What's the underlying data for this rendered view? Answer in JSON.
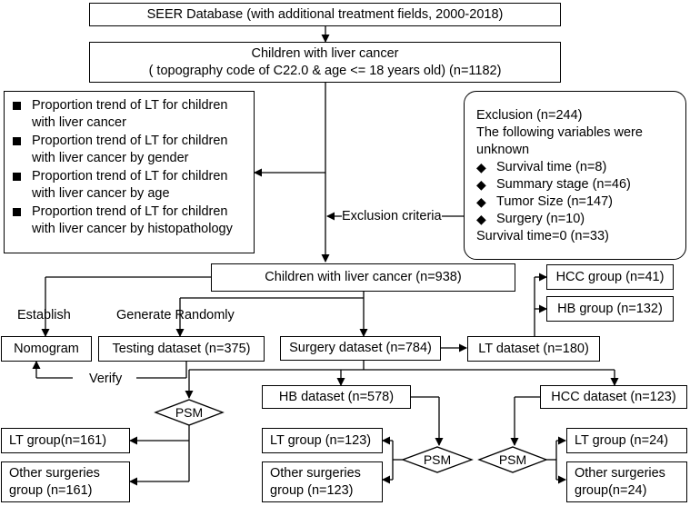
{
  "boxes": {
    "seer": "SEER Database (with additional treatment fields, 2000-2018)",
    "children_line1": "Children with liver cancer",
    "children_line2": "( topography code of C22.0 & age <= 18 years old) (n=1182)",
    "children_938": "Children with liver cancer (n=938)",
    "nomogram": "Nomogram",
    "testing": "Testing dataset (n=375)",
    "surgery": "Surgery dataset (n=784)",
    "lt_dataset": "LT dataset (n=180)",
    "hcc_group": "HCC group (n=41)",
    "hb_group": "HB group (n=132)",
    "hb_dataset": "HB dataset (n=578)",
    "hcc_dataset": "HCC dataset (n=123)",
    "lt_group_161": "LT group(n=161)",
    "other_161": "Other surgeries group (n=161)",
    "lt_group_123": "LT group (n=123)",
    "other_123": "Other surgeries group (n=123)",
    "lt_group_24": "LT  group (n=24)",
    "other_24": "Other surgeries group(n=24)"
  },
  "trend_items": [
    "Proportion trend of LT for children with liver cancer",
    "Proportion trend of LT for children with liver cancer by gender",
    "Proportion trend of LT for children with liver cancer by age",
    "Proportion trend of LT for children with liver  cancer by histopathology"
  ],
  "exclusion": {
    "title": "Exclusion (n=244)",
    "subtitle": "The following variables were unknown",
    "items": [
      "Survival time (n=8)",
      "Summary stage  (n=46)",
      "Tumor Size (n=147)",
      "Surgery (n=10)"
    ],
    "footer": "Survival time=0 (n=33)"
  },
  "labels": {
    "exclusion_criteria": "Exclusion criteria",
    "establish": "Establish",
    "generate_randomly": "Generate Randomly",
    "verify": "Verify",
    "psm": "PSM"
  }
}
